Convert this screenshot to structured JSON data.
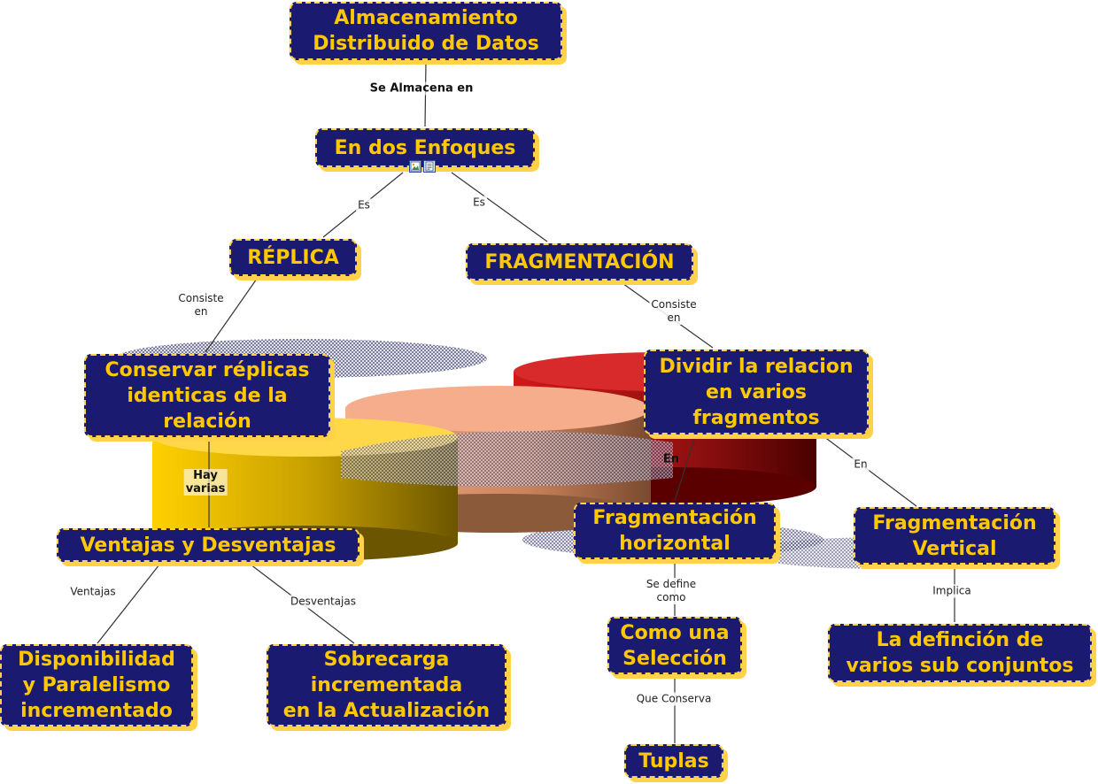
{
  "nodes": {
    "almacenamiento": "Almacenamiento\nDistribuido de Datos",
    "enfoques": "En dos Enfoques",
    "replica": "RÉPLICA",
    "fragmentacion": "FRAGMENTACIÓN",
    "conservar": "Conservar réplicas\nidenticas de la\nrelación",
    "dividir": "Dividir la relacion\nen varios\nfragmentos",
    "ventajas": "Ventajas y Desventajas",
    "frag_horizontal": "Fragmentación\nhorizontal",
    "frag_vertical": "Fragmentación\nVertical",
    "disponibilidad": "Disponibilidad\ny Paralelismo\nincrementado",
    "sobrecarga": "Sobrecarga\nincrementada\nen la Actualización",
    "seleccion": "Como una\nSelección",
    "subconjuntos": "La definción de\nvarios sub conjuntos",
    "tuplas": "Tuplas"
  },
  "links": {
    "se_almacena": "Se Almacena en",
    "es_left": "Es",
    "es_right": "Es",
    "consiste_left": "Consiste\nen",
    "consiste_right": "Consiste\nen",
    "hay_varias": "Hay\nvarias",
    "en_left": "En",
    "en_right": "En",
    "ventajas": "Ventajas",
    "desventajas": "Desventajas",
    "se_define": "Se define\ncomo",
    "implica": "Implica",
    "que_conserva": "Que Conserva"
  },
  "icons": [
    "image-icon",
    "document-icon"
  ],
  "colors": {
    "node_fill": "#1a1a70",
    "node_text": "#ffc800",
    "node_border": "#ffd24a",
    "line": "#333333",
    "cylinder_yellow": "#f2c000",
    "cylinder_salmon": "#f3a07a",
    "cylinder_red": "#b81010"
  }
}
